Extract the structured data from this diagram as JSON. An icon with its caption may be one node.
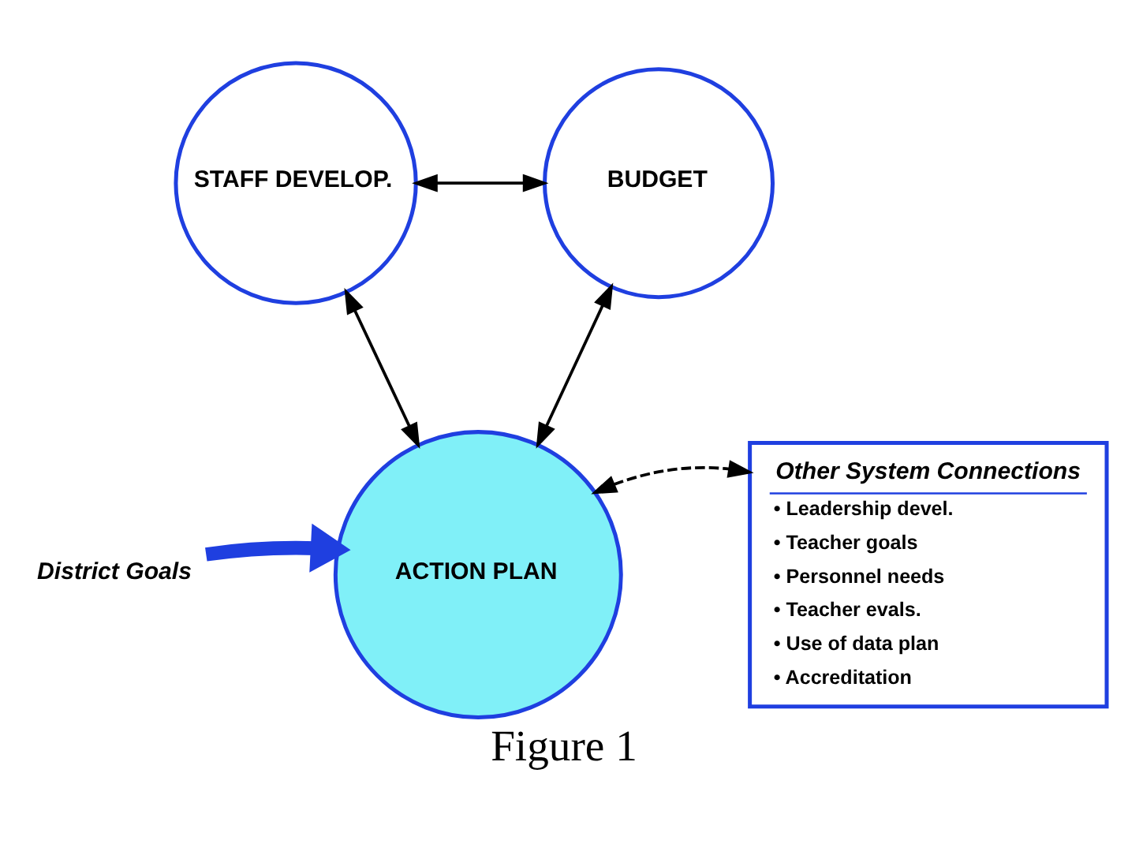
{
  "diagram": {
    "caption": "Figure 1",
    "nodes": [
      {
        "text": [
          "STAFF DEVELOP."
        ]
      },
      {
        "text": [
          "BUDGET"
        ]
      },
      {
        "text": [
          "ACTION PLAN"
        ]
      },
      {
        "text": [
          "Other System Connections",
          "• Leadership devel.",
          "• Teacher goals",
          "• Personnel needs",
          "• Teacher evals.",
          "• Use of data plan",
          "• Accreditation"
        ]
      },
      {
        "text": [
          "District Goals"
        ]
      }
    ],
    "edges": [
      {
        "from": 0,
        "to": 1,
        "arrow": "both"
      },
      {
        "from": 0,
        "to": 2,
        "arrow": "both"
      },
      {
        "from": 1,
        "to": 2,
        "arrow": "both"
      },
      {
        "from": 2,
        "to": 3,
        "arrow": "both",
        "style": "dashed"
      },
      {
        "from": 4,
        "to": 2,
        "arrow": "to",
        "style": "thick",
        "color": "#1f3fe0"
      }
    ]
  }
}
